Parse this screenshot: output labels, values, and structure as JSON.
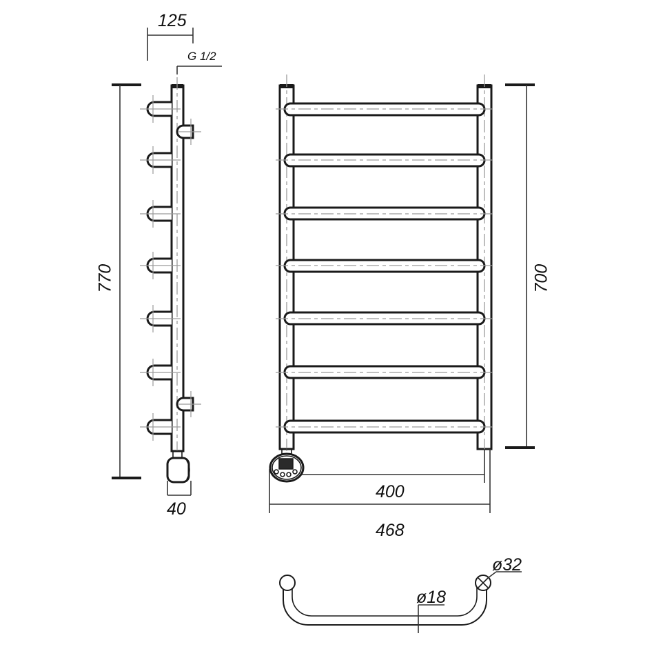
{
  "drawing": {
    "title": "Heated towel rail dimension drawing",
    "side_view": {
      "depth_label": "125",
      "connection_label": "G 1/2",
      "height_label": "770",
      "heater_width_label": "40",
      "rung_count": 7,
      "mount_bracket_count": 2
    },
    "front_view": {
      "center_height_label": "700",
      "center_width_label": "400",
      "overall_width_label": "468",
      "rung_count": 7,
      "heater_controller": "electric-heater-control-unit"
    },
    "top_view": {
      "pipe_diameter_label": "ø32",
      "rung_diameter_label": "ø18"
    },
    "colors": {
      "line": "#1a1a1a",
      "centerline": "#9a9a9a",
      "background": "#ffffff"
    }
  }
}
